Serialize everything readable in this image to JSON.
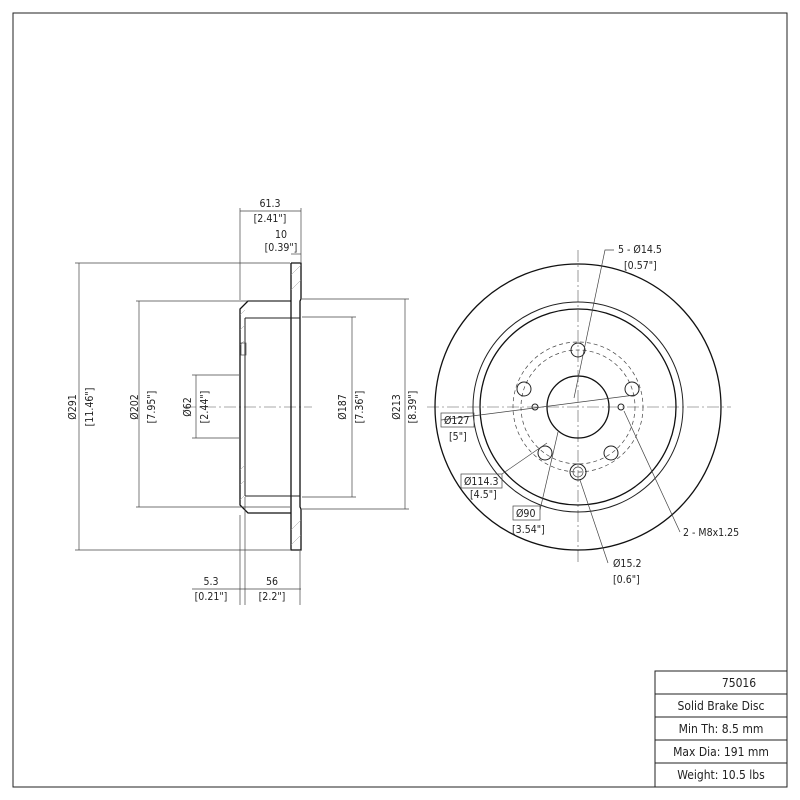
{
  "side_view": {
    "overall_width": {
      "mm": "61.3",
      "inch": "[2.41\"]"
    },
    "flange_thickness": {
      "mm": "10",
      "inch": "[0.39\"]"
    },
    "outer_diameter": {
      "mm": "Ø291",
      "inch": "[11.46\"]"
    },
    "hat_diameter": {
      "mm": "Ø202",
      "inch": "[7.95\"]"
    },
    "bore_diameter": {
      "mm": "Ø62",
      "inch": "[2.44\"]"
    },
    "inner_hat_diameter": {
      "mm": "Ø187",
      "inch": "[7.36\"]"
    },
    "friction_diameter": {
      "mm": "Ø213",
      "inch": "[8.39\"]"
    },
    "hub_face_thickness": {
      "mm": "5.3",
      "inch": "[0.21\"]"
    },
    "hat_depth": {
      "mm": "56",
      "inch": "[2.2\"]"
    }
  },
  "front_view": {
    "bolt_holes": {
      "text": "5 - Ø14.5",
      "inch": "[0.57\"]"
    },
    "bolt_circle": {
      "mm": "Ø127",
      "inch": "[5\"]"
    },
    "pcd": {
      "mm": "Ø114.3",
      "inch": "[4.5\"]"
    },
    "center_bore": {
      "mm": "Ø90",
      "inch": "[3.54\"]"
    },
    "threaded_holes": {
      "text": "2 - M8x1.25"
    },
    "locating_hole": {
      "mm": "Ø15.2",
      "inch": "[0.6\"]"
    }
  },
  "title_block": {
    "part_number": "75016",
    "product": "Solid Brake Disc",
    "min_thickness": "Min Th: 8.5 mm",
    "max_diameter": "Max Dia: 191 mm",
    "weight": "Weight: 10.5 lbs"
  }
}
